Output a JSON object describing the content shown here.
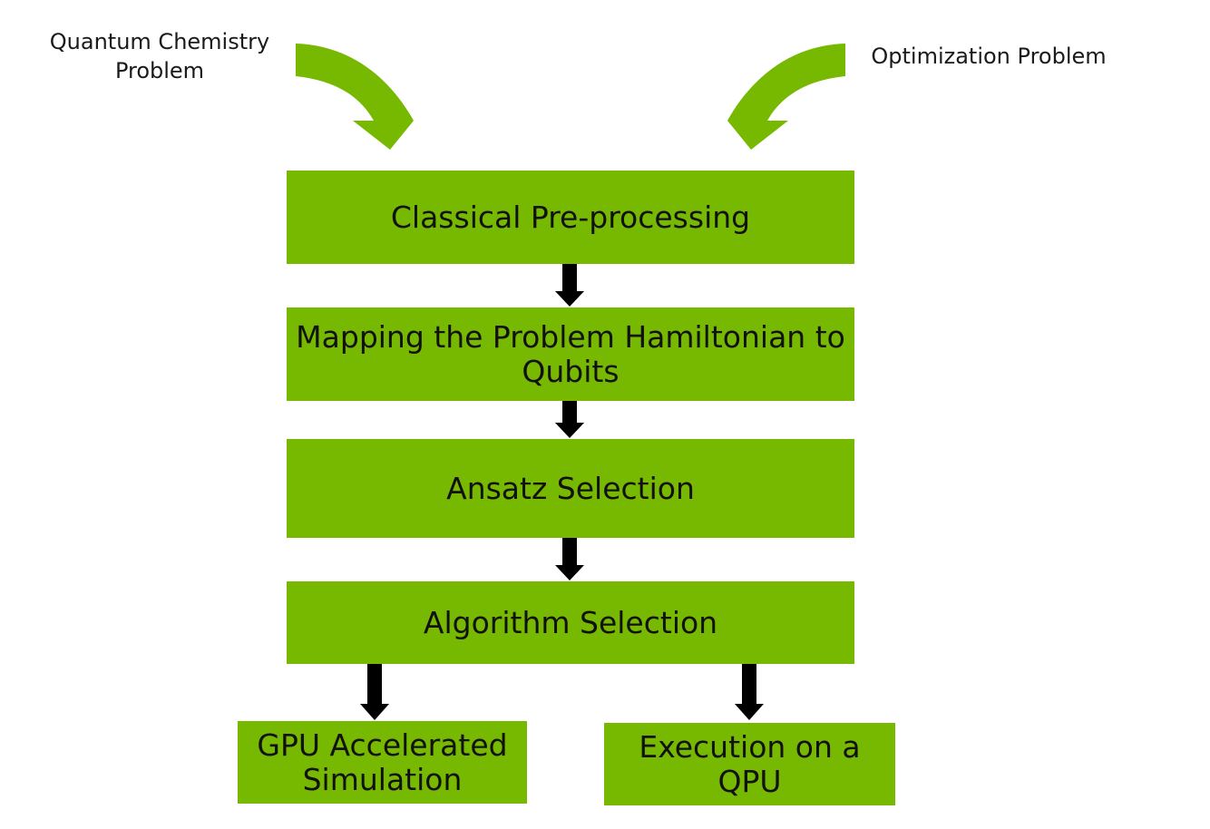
{
  "inputs": {
    "left": "Quantum Chemistry\nProblem",
    "right": "Optimization Problem"
  },
  "steps": {
    "preprocessing": "Classical Pre-processing",
    "mapping": "Mapping the Problem Hamiltonian to Qubits",
    "ansatz": "Ansatz Selection",
    "algorithm": "Algorithm Selection"
  },
  "outputs": {
    "gpu": "GPU Accelerated Simulation",
    "qpu": "Execution on a QPU"
  },
  "colors": {
    "box_fill": "#76b900",
    "arrow_fill": "#76b900",
    "connector": "#000000"
  }
}
